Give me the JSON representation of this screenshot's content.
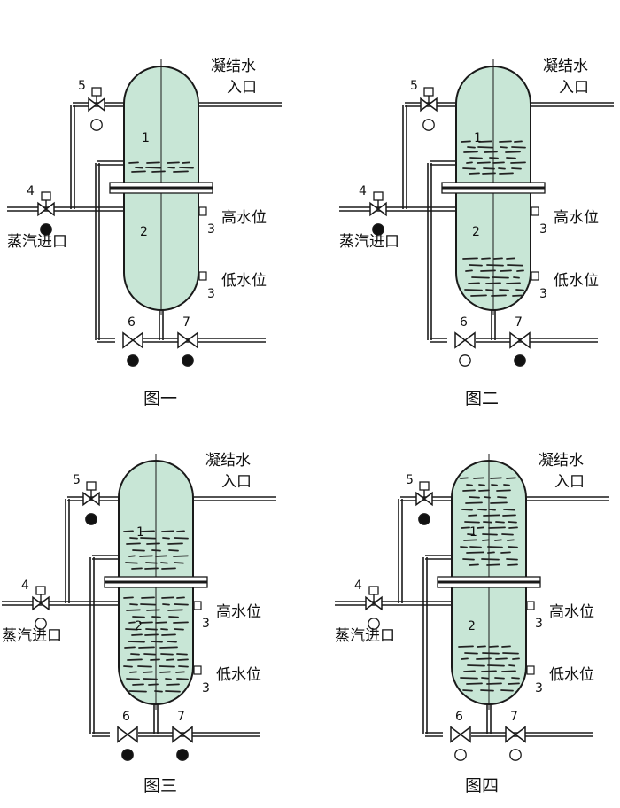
{
  "labels": {
    "condensate_inlet_line1": "凝结水",
    "condensate_inlet_line2": "入口",
    "steam_inlet": "蒸汽进口",
    "high_level": "高水位",
    "low_level": "低水位"
  },
  "numbers": {
    "upper_chamber": "1",
    "lower_chamber": "2",
    "level_switch": "3",
    "steam_valve": "4",
    "vent_valve": "5",
    "drain_valve_left": "6",
    "drain_valve_right": "7"
  },
  "colors": {
    "tank_fill": "#c8e6d6",
    "line": "#1a1a1a",
    "water": "#222222"
  },
  "panels": [
    {
      "caption": "图一",
      "valve_states": {
        "5": "open",
        "4": "closed",
        "6": "closed",
        "7": "closed"
      }
    },
    {
      "caption": "图二",
      "valve_states": {
        "5": "open",
        "4": "closed",
        "6": "open",
        "7": "closed"
      }
    },
    {
      "caption": "图三",
      "valve_states": {
        "5": "closed",
        "4": "open",
        "6": "closed",
        "7": "closed"
      }
    },
    {
      "caption": "图四",
      "valve_states": {
        "5": "closed",
        "4": "open",
        "6": "open",
        "7": "open"
      }
    }
  ]
}
